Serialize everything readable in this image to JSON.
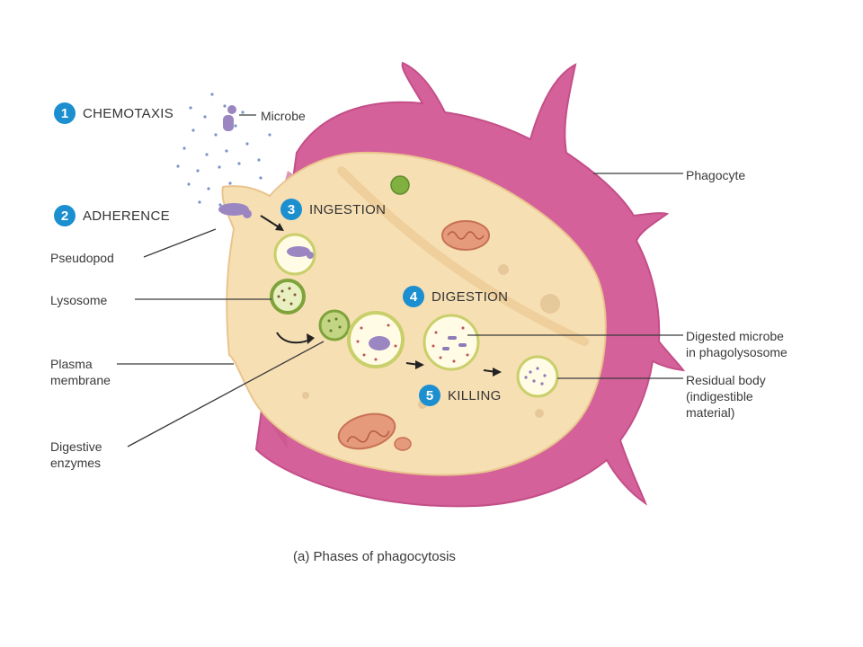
{
  "steps": [
    {
      "number": "1",
      "label": "CHEMOTAXIS"
    },
    {
      "number": "2",
      "label": "ADHERENCE"
    },
    {
      "number": "3",
      "label": "INGESTION"
    },
    {
      "number": "4",
      "label": "DIGESTION"
    },
    {
      "number": "5",
      "label": "KILLING"
    }
  ],
  "labels": {
    "microbe": "Microbe",
    "phagocyte": "Phagocyte",
    "pseudopod": "Pseudopod",
    "lysosome": "Lysosome",
    "plasma_membrane_1": "Plasma",
    "plasma_membrane_2": "membrane",
    "digestive_enzymes_1": "Digestive",
    "digestive_enzymes_2": "enzymes",
    "digested_microbe_1": "Digested microbe",
    "digested_microbe_2": "in phagolysosome",
    "residual_body_1": "Residual body",
    "residual_body_2": "(indigestible",
    "residual_body_3": "material)"
  },
  "caption": "(a) Phases of phagocytosis",
  "colors": {
    "cell_outer": "#d5619a",
    "cell_inner": "#f7dfb4",
    "badge": "#1c8fd0",
    "lysosome": "#8fb84a",
    "microbe": "#9b86c2",
    "mitochondria": "#e59a7c"
  }
}
